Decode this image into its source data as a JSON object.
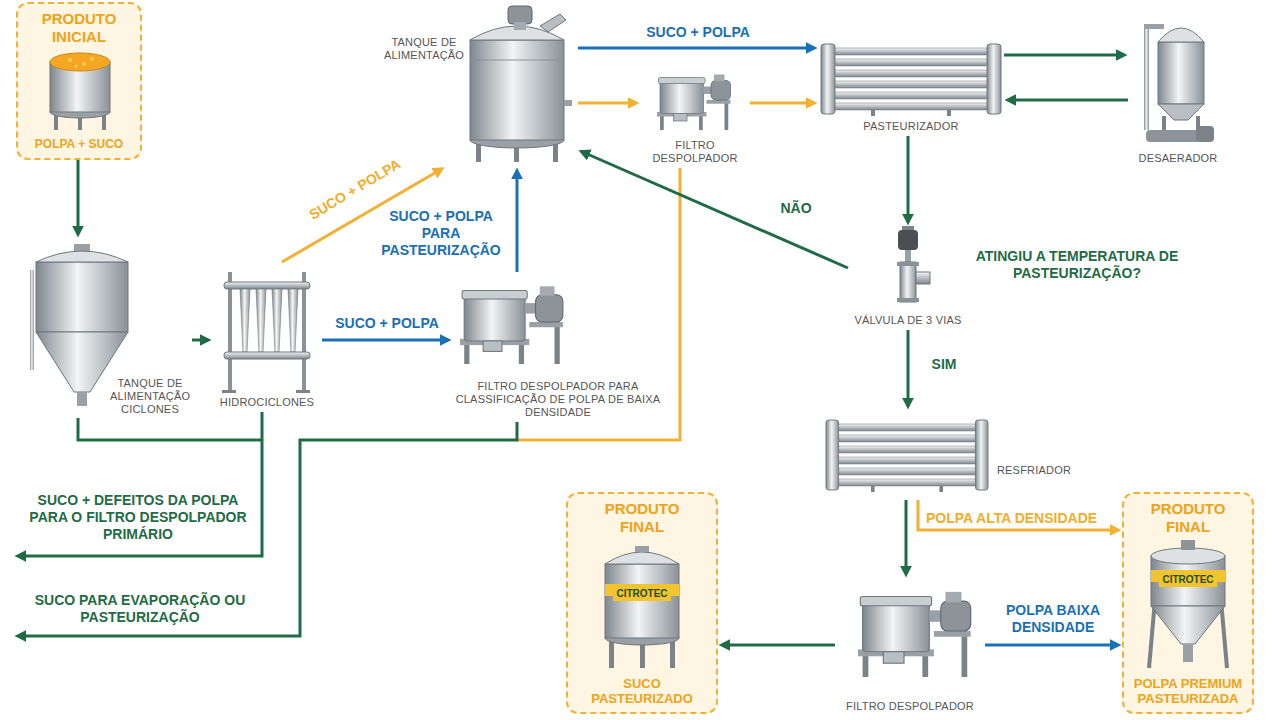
{
  "diagram": {
    "nodes": [
      {
        "text": [
          "PRODUTO INICIAL",
          "POLPA + SUCO"
        ]
      },
      {
        "text": [
          "TANQUE DE ALIMENTAÇÃO"
        ]
      },
      {
        "text": [
          "FILTRO DESPOLPADOR"
        ]
      },
      {
        "text": [
          "PASTEURIZADOR"
        ]
      },
      {
        "text": [
          "DESAERADOR"
        ]
      },
      {
        "text": [
          "TANQUE DE ALIMENTAÇÃO CICLONES"
        ]
      },
      {
        "text": [
          "HIDROCICLONES"
        ]
      },
      {
        "text": [
          "FILTRO DESPOLPADOR PARA CLASSIFICAÇÃO DE POLPA DE BAIXA DENSIDADE"
        ]
      },
      {
        "text": [
          "VÁLVULA DE 3 VIAS"
        ]
      },
      {
        "text": [
          "RESFRIADOR"
        ]
      },
      {
        "text": [
          "PRODUTO FINAL",
          "SUCO PASTEURIZADO"
        ]
      },
      {
        "text": [
          "FILTRO DESPOLPADOR"
        ]
      },
      {
        "text": [
          "PRODUTO FINAL",
          "POLPA PREMIUM PASTEURIZADA"
        ]
      }
    ],
    "edges": [
      {
        "from": 0,
        "to": 5,
        "arrow": "to"
      },
      {
        "from": 5,
        "to": 6,
        "arrow": "to"
      },
      {
        "from": 6,
        "to": 1,
        "arrow": "to",
        "label": "SUCO + POLPA"
      },
      {
        "from": 6,
        "to": 7,
        "arrow": "to",
        "label": "SUCO + POLPA"
      },
      {
        "from": 7,
        "to": 1,
        "arrow": "to",
        "label": "SUCO + POLPA PARA PASTEURIZAÇÃO"
      },
      {
        "from": 1,
        "to": 3,
        "arrow": "to",
        "label": "SUCO + POLPA"
      },
      {
        "from": 1,
        "to": 2,
        "arrow": "to"
      },
      {
        "from": 2,
        "to": 3,
        "arrow": "to"
      },
      {
        "from": 3,
        "to": 4,
        "arrow": "to"
      },
      {
        "from": 4,
        "to": 3,
        "arrow": "to"
      },
      {
        "from": 3,
        "to": 8,
        "arrow": "to"
      },
      {
        "from": 8,
        "to": 1,
        "arrow": "to",
        "label": "NÃO"
      },
      {
        "from": 8,
        "to": 9,
        "arrow": "to",
        "label": "SIM"
      },
      {
        "from": 9,
        "to": 12,
        "arrow": "to",
        "label": "POLPA ALTA DENSIDADE"
      },
      {
        "from": 9,
        "to": 11,
        "arrow": "to"
      },
      {
        "from": 11,
        "to": 10,
        "arrow": "to"
      },
      {
        "from": 11,
        "to": 12,
        "arrow": "to",
        "label": "POLPA BAIXA DENSIDADE"
      }
    ],
    "labels": [
      "ATINGIU A TEMPERATURA DE PASTEURIZAÇÃO?",
      "SUCO + DEFEITOS DA POLPA PARA O FILTRO DESPOLPADOR PRIMÁRIO",
      "SUCO PARA EVAPORAÇÃO OU PASTEURIZAÇÃO",
      "CITROTEC",
      "CITROTEC"
    ]
  }
}
